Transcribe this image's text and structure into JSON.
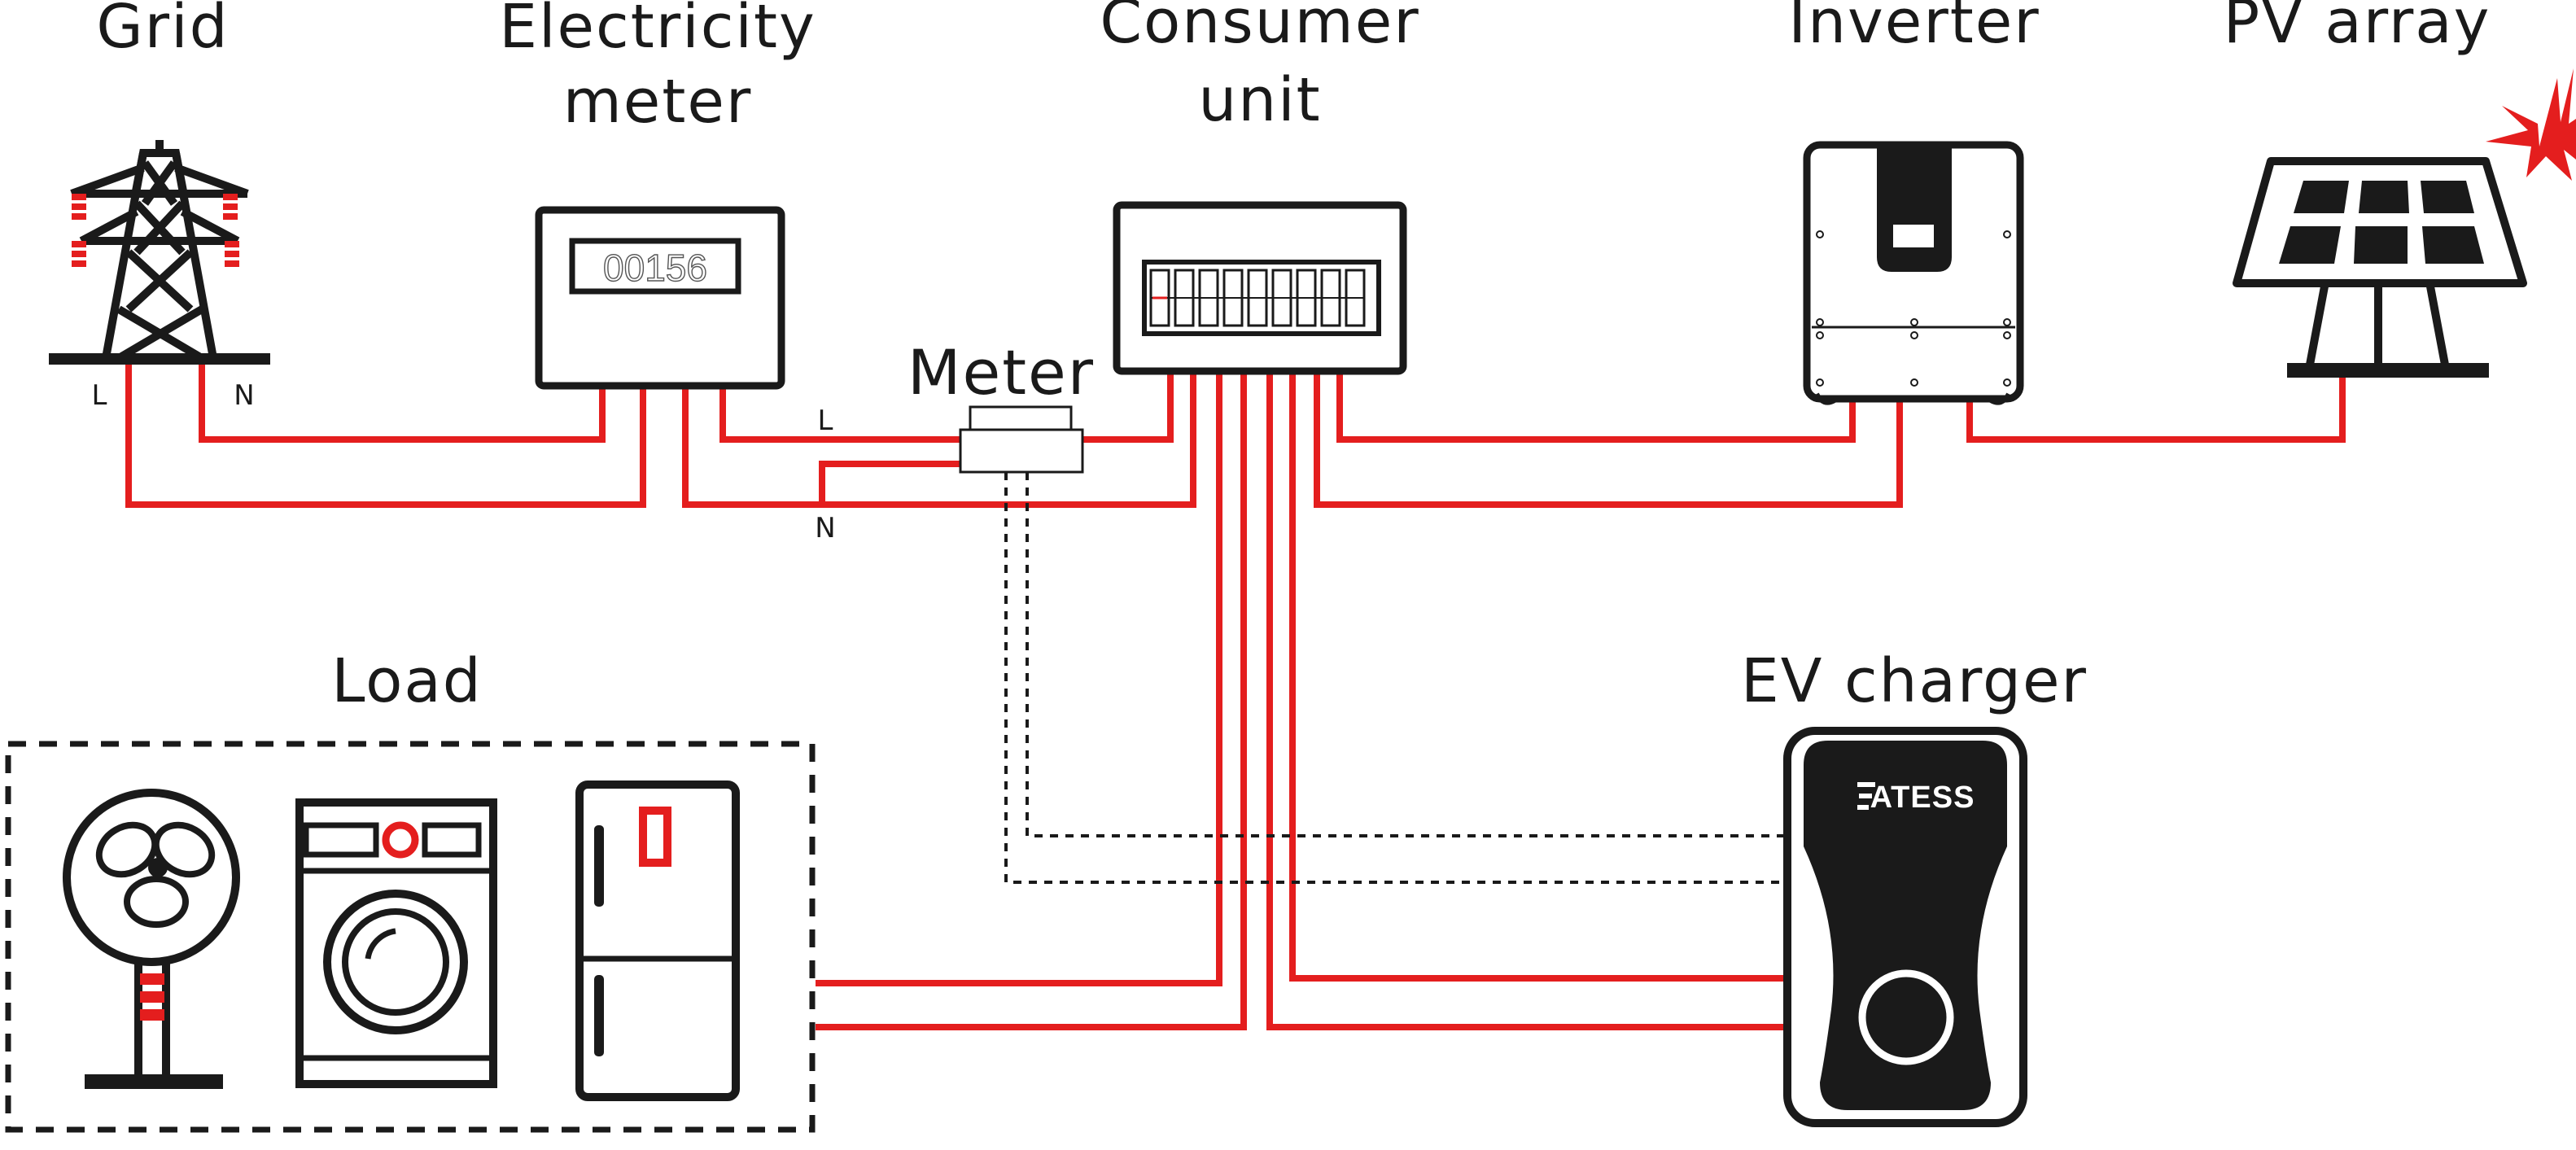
{
  "labels": {
    "grid": "Grid",
    "electricity_meter_line1": "Electricity",
    "electricity_meter_line2": "meter",
    "consumer_unit_line1": "Consumer",
    "consumer_unit_line2": "unit",
    "inverter": "Inverter",
    "pv_array": "PV array",
    "meter": "Meter",
    "load": "Load",
    "ev_charger": "EV  charger"
  },
  "terminals": {
    "grid_line": "L",
    "grid_neutral": "N",
    "meter_line": "L",
    "meter_neutral": "N"
  },
  "meter_display": "00156",
  "ev_brand": "ATESS",
  "colors": {
    "power_wire": "#e41e1e",
    "outline": "#1a1a1a",
    "accent_red": "#e41e1e"
  }
}
